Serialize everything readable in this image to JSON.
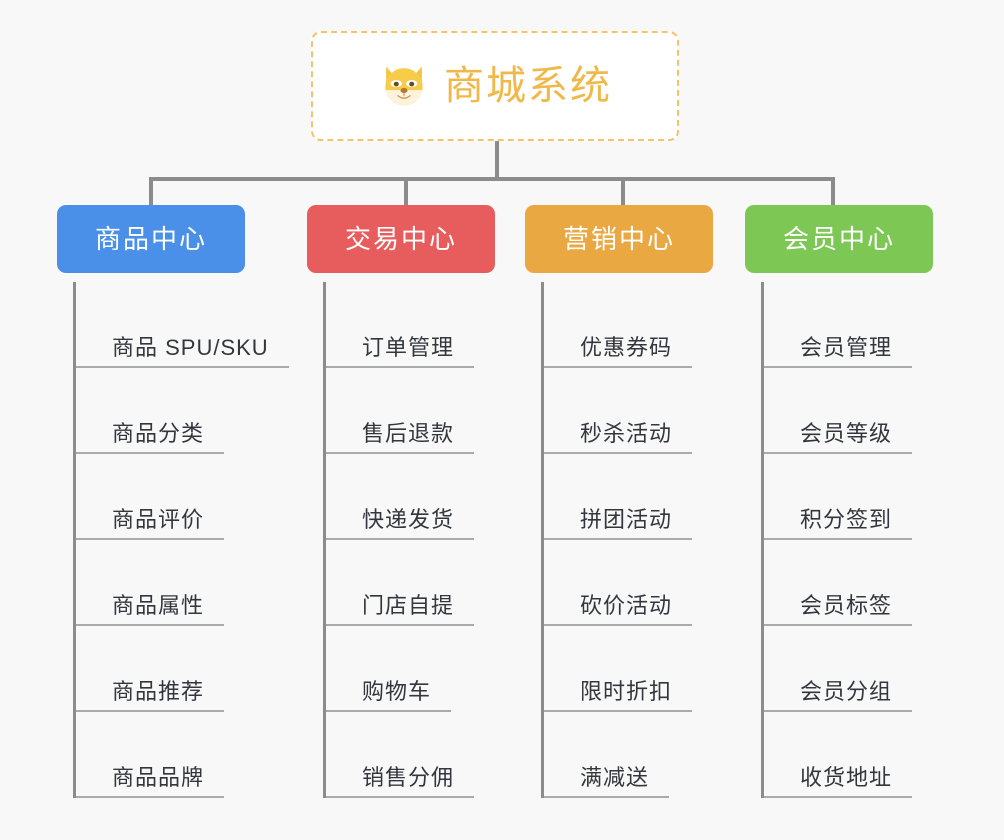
{
  "page": {
    "background_color": "#f8f8f8",
    "title": "商城系统"
  },
  "root": {
    "icon": "dog-face-emoji",
    "title": "商城系统",
    "title_color": "#f0b849",
    "border_color": "#f5c46a",
    "background_color": "#ffffff"
  },
  "connector": {
    "color": "#8c8c8c"
  },
  "columns": [
    {
      "id": "product-center",
      "label": "商品中心",
      "color": "#4a90e8",
      "items": [
        {
          "label": "商品 SPU/SKU"
        },
        {
          "label": "商品分类"
        },
        {
          "label": "商品评价"
        },
        {
          "label": "商品属性"
        },
        {
          "label": "商品推荐"
        },
        {
          "label": "商品品牌"
        }
      ]
    },
    {
      "id": "trade-center",
      "label": "交易中心",
      "color": "#e75c5c",
      "items": [
        {
          "label": "订单管理"
        },
        {
          "label": "售后退款"
        },
        {
          "label": "快递发货"
        },
        {
          "label": "门店自提"
        },
        {
          "label": "购物车"
        },
        {
          "label": "销售分佣"
        }
      ]
    },
    {
      "id": "marketing-center",
      "label": "营销中心",
      "color": "#eaa843",
      "items": [
        {
          "label": "优惠券码"
        },
        {
          "label": "秒杀活动"
        },
        {
          "label": "拼团活动"
        },
        {
          "label": "砍价活动"
        },
        {
          "label": "限时折扣"
        },
        {
          "label": "满减送"
        }
      ]
    },
    {
      "id": "member-center",
      "label": "会员中心",
      "color": "#7dc855",
      "items": [
        {
          "label": "会员管理"
        },
        {
          "label": "会员等级"
        },
        {
          "label": "积分签到"
        },
        {
          "label": "会员标签"
        },
        {
          "label": "会员分组"
        },
        {
          "label": "收货地址"
        }
      ]
    }
  ]
}
